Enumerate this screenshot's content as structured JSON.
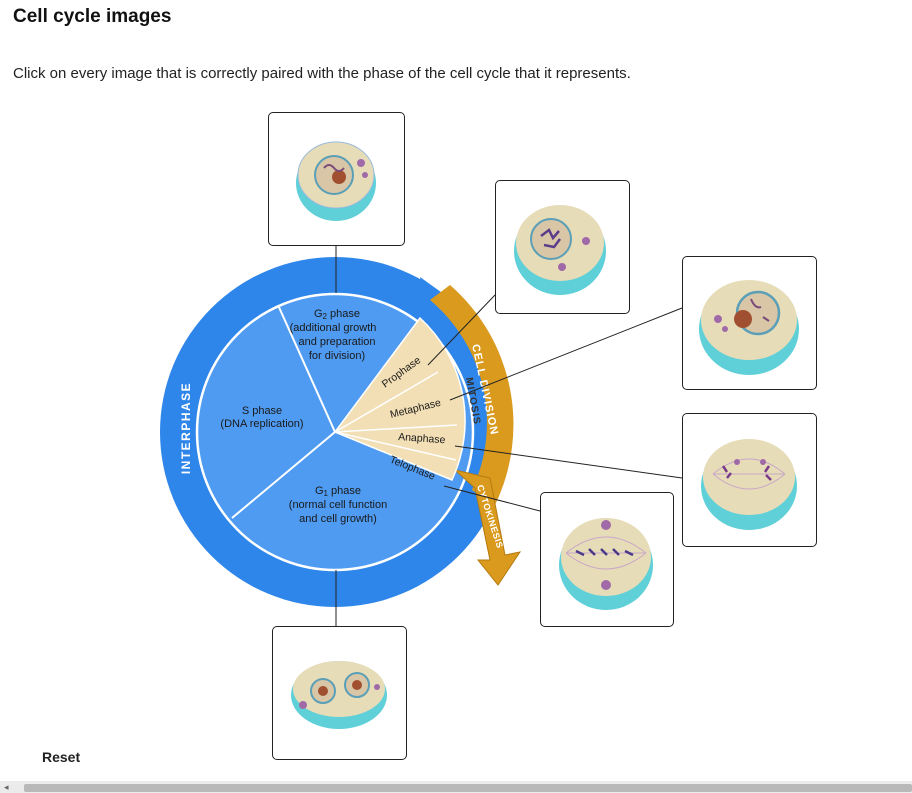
{
  "header": {
    "title": "Cell cycle images"
  },
  "instructions": "Click on every image that is correctly paired with the phase of the cell cycle that it represents.",
  "diagram": {
    "g2_label": "G",
    "g2_sub": "2",
    "g2_rest": " phase",
    "g2_desc1": "(additional growth",
    "g2_desc2": "and preparation",
    "g2_desc3": "for division)",
    "s_label": "S phase",
    "s_desc": "(DNA replication)",
    "g1_label": "G",
    "g1_sub": "1",
    "g1_rest": " phase",
    "g1_desc1": "(normal cell function",
    "g1_desc2": "and cell growth)",
    "interphase": "INTERPHASE",
    "cell_division": "CELL DIVISION",
    "mitosis": "MITOSIS",
    "cytokinesis": "CYTOKINESIS",
    "prophase": "Prophase",
    "metaphase": "Metaphase",
    "anaphase": "Anaphase",
    "telophase": "Telophase"
  },
  "images": {
    "g2": "g2-phase-cell-image",
    "prophase": "prophase-cell-image",
    "metaphase": "metaphase-cell-image",
    "anaphase": "anaphase-cell-image",
    "telophase": "telophase-cell-image",
    "g1": "g1-phase-cell-image"
  },
  "colors": {
    "outer_ring": "#2f86ea",
    "inner_disk": "#4f9bf1",
    "mitosis_wedge": "#f3dfb5",
    "division_arrow": "#d99a1e",
    "cell_teal": "#5fcfd8"
  },
  "footer": {
    "reset_label": "Reset"
  }
}
